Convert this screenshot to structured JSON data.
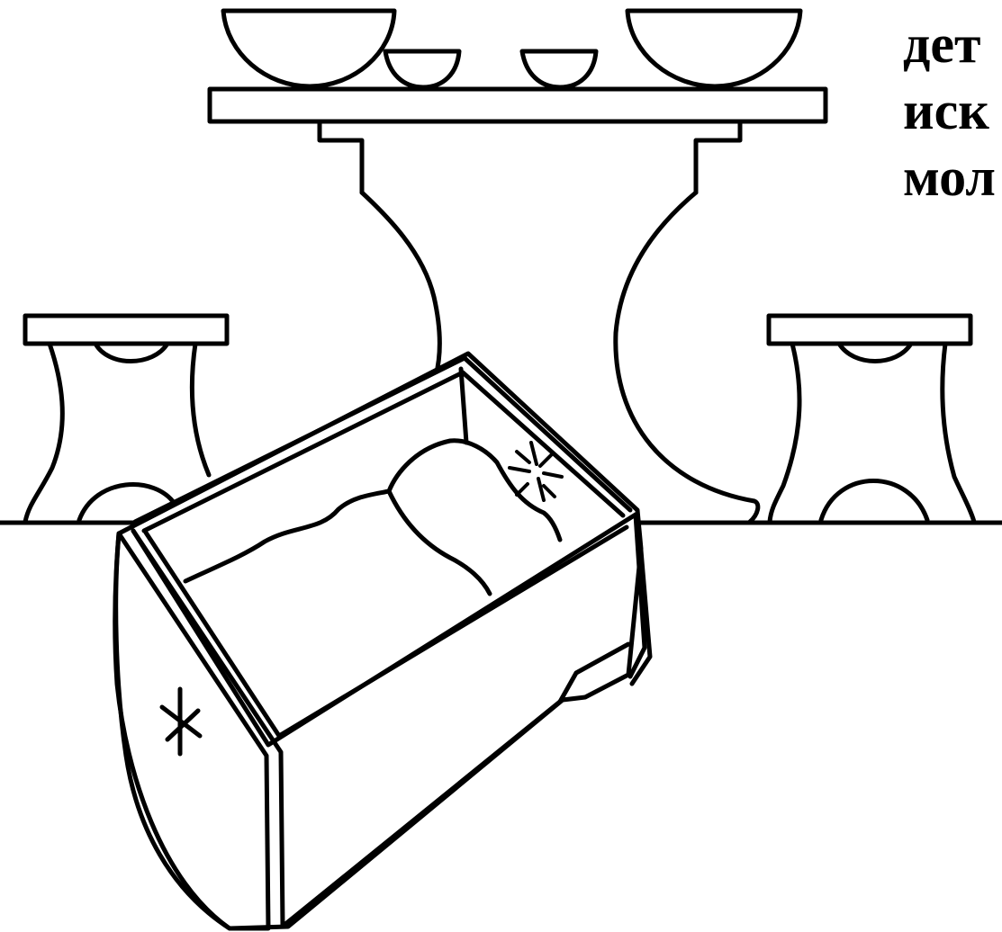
{
  "caption": {
    "lines": [
      "дет",
      "иск",
      "мол"
    ]
  },
  "illustration": {
    "objects": [
      "shelf-with-bowls",
      "small-table-left",
      "small-table-right",
      "large-vase",
      "wooden-cradle"
    ],
    "colors": {
      "ink": "#000000",
      "paper": "#ffffff"
    }
  }
}
